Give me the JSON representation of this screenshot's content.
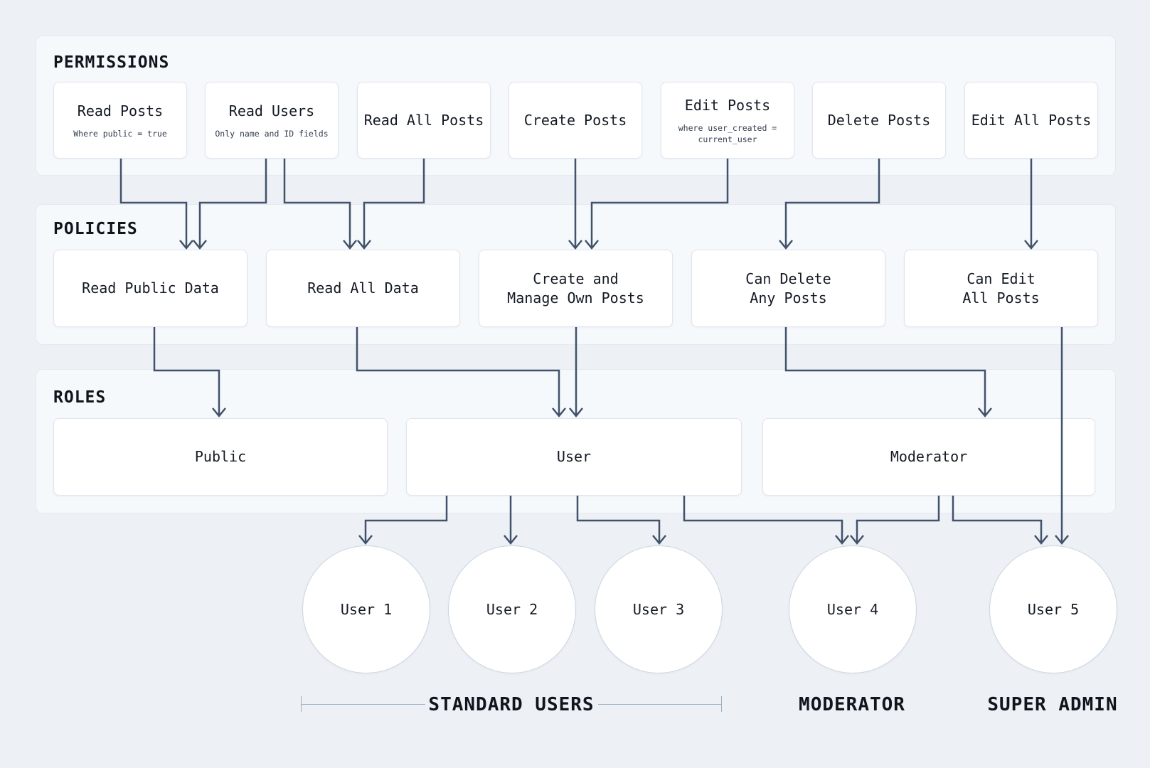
{
  "colors": {
    "page_bg": "#edf1f6",
    "panel_bg": "#f6f9fc",
    "panel_border": "#e5eaf1",
    "box_bg": "#ffffff",
    "box_border": "#dfe5ee",
    "circle_border": "#cbd6e2",
    "arrow": "#41526a",
    "text": "#141a24",
    "subtext": "#333e4e",
    "ruler": "#9bb0c6"
  },
  "sections": {
    "permissions": {
      "title": "PERMISSIONS",
      "items": [
        {
          "label": "Read Posts",
          "sublabel": "Where public = true"
        },
        {
          "label": "Read Users",
          "sublabel": "Only name and ID fields"
        },
        {
          "label": "Read All Posts",
          "sublabel": ""
        },
        {
          "label": "Create Posts",
          "sublabel": ""
        },
        {
          "label": "Edit Posts",
          "sublabel": "where user_created =\ncurrent_user"
        },
        {
          "label": "Delete Posts",
          "sublabel": ""
        },
        {
          "label": "Edit All Posts",
          "sublabel": ""
        }
      ]
    },
    "policies": {
      "title": "POLICIES",
      "items": [
        {
          "label": "Read Public Data"
        },
        {
          "label": "Read All Data"
        },
        {
          "label": "Create and\nManage Own Posts"
        },
        {
          "label": "Can Delete\nAny Posts"
        },
        {
          "label": "Can Edit\nAll Posts"
        }
      ]
    },
    "roles": {
      "title": "ROLES",
      "items": [
        {
          "label": "Public"
        },
        {
          "label": "User"
        },
        {
          "label": "Moderator"
        }
      ]
    }
  },
  "users": [
    {
      "label": "User 1"
    },
    {
      "label": "User 2"
    },
    {
      "label": "User 3"
    },
    {
      "label": "User 4"
    },
    {
      "label": "User 5"
    }
  ],
  "group_labels": [
    {
      "label": "STANDARD USERS"
    },
    {
      "label": "MODERATOR"
    },
    {
      "label": "SUPER ADMIN"
    }
  ],
  "connections": [
    {
      "from": "Read Posts",
      "to": "Read Public Data"
    },
    {
      "from": "Read Users",
      "to": "Read Public Data"
    },
    {
      "from": "Read Users",
      "to": "Read All Data"
    },
    {
      "from": "Read All Posts",
      "to": "Read All Data"
    },
    {
      "from": "Create Posts",
      "to": "Create and Manage Own Posts"
    },
    {
      "from": "Edit Posts",
      "to": "Create and Manage Own Posts"
    },
    {
      "from": "Delete Posts",
      "to": "Can Delete Any Posts"
    },
    {
      "from": "Edit All Posts",
      "to": "Can Edit All Posts"
    },
    {
      "from": "Read Public Data",
      "to": "Public"
    },
    {
      "from": "Read All Data",
      "to": "User"
    },
    {
      "from": "Create and Manage Own Posts",
      "to": "User"
    },
    {
      "from": "Can Delete Any Posts",
      "to": "Moderator"
    },
    {
      "from": "Can Edit All Posts",
      "to": "User 5"
    },
    {
      "from": "User",
      "to": "User 1"
    },
    {
      "from": "User",
      "to": "User 2"
    },
    {
      "from": "User",
      "to": "User 3"
    },
    {
      "from": "User",
      "to": "User 4"
    },
    {
      "from": "Moderator",
      "to": "User 4"
    },
    {
      "from": "Moderator",
      "to": "User 5"
    }
  ]
}
